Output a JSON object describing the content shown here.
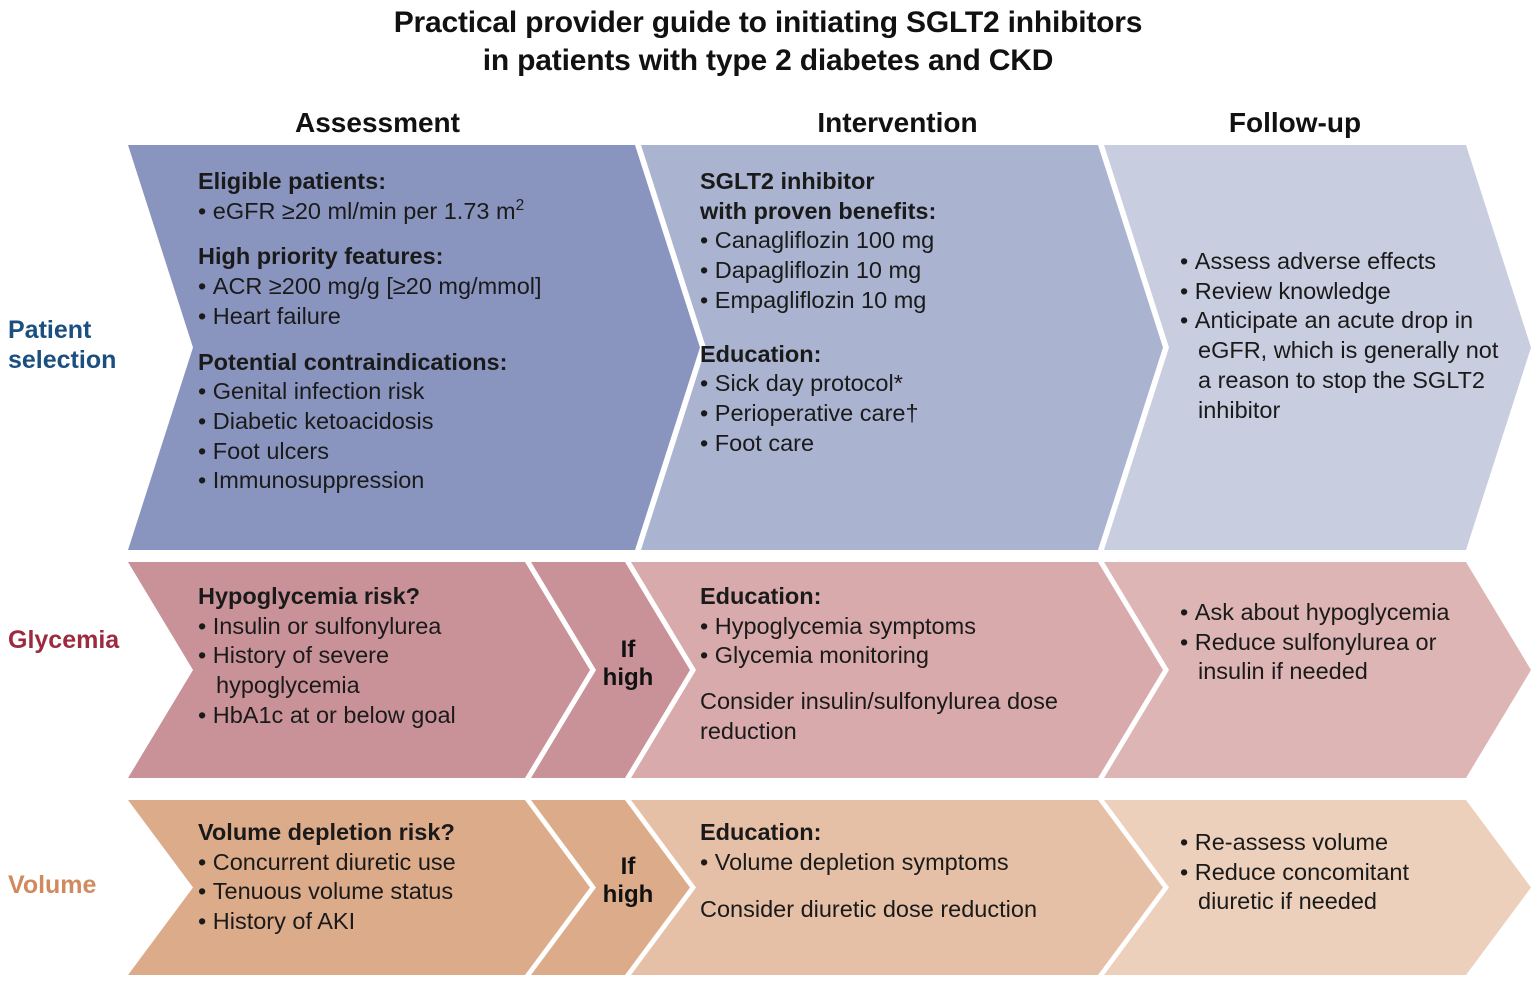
{
  "title": {
    "line1": "Practical provider guide to initiating SGLT2 inhibitors",
    "line2": "in patients with type 2 diabetes and CKD"
  },
  "columns": [
    {
      "id": "assessment",
      "label": "Assessment"
    },
    {
      "id": "intervention",
      "label": "Intervention"
    },
    {
      "id": "followup",
      "label": "Follow-up"
    }
  ],
  "connector_label": {
    "line1": "If",
    "line2": "high"
  },
  "colors": {
    "row1_assessment": "#8a95bf",
    "row1_intervention": "#aab3cf",
    "row1_followup": "#c8cde0",
    "row2_assessment": "#c99298",
    "row2_connector": "#c99298",
    "row2_intervention": "#d8aaac",
    "row2_followup": "#ddb5b4",
    "row3_assessment": "#dcab8a",
    "row3_connector": "#dcab8a",
    "row3_intervention": "#e5c0a6",
    "row3_followup": "#ecd0bc",
    "label_patient": "#1a4f7f",
    "label_glycemia": "#9c2b3f",
    "label_volume": "#d08a5f",
    "body_text": "#1a1a1a"
  },
  "rows": [
    {
      "id": "patient-selection",
      "label_line1": "Patient",
      "label_line2": "selection",
      "has_connector": false,
      "assessment": {
        "blocks": [
          {
            "heading": "Eligible patients:",
            "bullets": [
              "eGFR ≥20 ml/min per 1.73 m²"
            ]
          },
          {
            "heading": "High priority features:",
            "bullets": [
              "ACR ≥200 mg/g [≥20 mg/mmol]",
              "Heart failure"
            ]
          },
          {
            "heading": "Potential contraindications:",
            "bullets": [
              "Genital infection risk",
              "Diabetic ketoacidosis",
              "Foot ulcers",
              "Immunosuppression"
            ]
          }
        ]
      },
      "intervention": {
        "blocks": [
          {
            "heading": "SGLT2 inhibitor\nwith proven benefits:",
            "bullets": [
              "Canagliflozin 100 mg",
              "Dapagliflozin 10 mg",
              "Empagliflozin 10 mg"
            ]
          },
          {
            "heading": "Education:",
            "bullets": [
              "Sick day protocol*",
              "Perioperative care†",
              "Foot care"
            ]
          }
        ]
      },
      "followup": {
        "blocks": [
          {
            "heading": "",
            "bullets": [
              "Assess adverse effects",
              "Review knowledge",
              "Anticipate an acute drop in eGFR, which is generally not a reason to stop the SGLT2 inhibitor"
            ]
          }
        ]
      }
    },
    {
      "id": "glycemia",
      "label_line1": "Glycemia",
      "label_line2": "",
      "has_connector": true,
      "assessment": {
        "blocks": [
          {
            "heading": "Hypoglycemia risk?",
            "bullets": [
              "Insulin or sulfonylurea",
              "History of severe hypoglycemia",
              "HbA1c at or below goal"
            ]
          }
        ]
      },
      "intervention": {
        "blocks": [
          {
            "heading": "Education:",
            "bullets": [
              "Hypoglycemia symptoms",
              "Glycemia monitoring"
            ]
          },
          {
            "heading": "",
            "plain": [
              "Consider insulin/sulfonylurea dose reduction"
            ]
          }
        ]
      },
      "followup": {
        "blocks": [
          {
            "heading": "",
            "bullets": [
              "Ask about hypoglycemia",
              "Reduce sulfonylurea or insulin if needed"
            ]
          }
        ]
      }
    },
    {
      "id": "volume",
      "label_line1": "Volume",
      "label_line2": "",
      "has_connector": true,
      "assessment": {
        "blocks": [
          {
            "heading": "Volume depletion risk?",
            "bullets": [
              "Concurrent diuretic use",
              "Tenuous volume status",
              "History of AKI"
            ]
          }
        ]
      },
      "intervention": {
        "blocks": [
          {
            "heading": "Education:",
            "bullets": [
              "Volume depletion symptoms"
            ]
          },
          {
            "heading": "",
            "plain": [
              "Consider diuretic dose reduction"
            ]
          }
        ]
      },
      "followup": {
        "blocks": [
          {
            "heading": "",
            "bullets": [
              "Re-assess volume",
              "Reduce concomitant diuretic if needed"
            ]
          }
        ]
      }
    }
  ]
}
